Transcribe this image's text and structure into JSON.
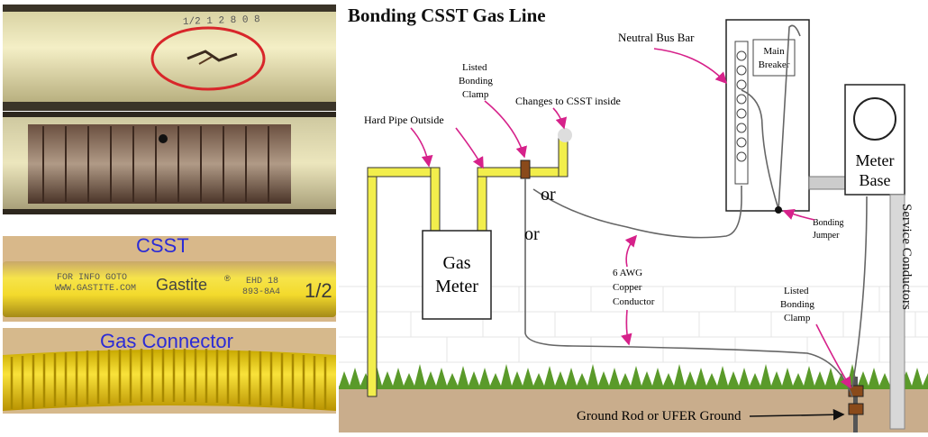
{
  "photos": {
    "damaged_print": "1/2  1 2 8 0 8",
    "csst_label": "CSST",
    "csst_print_line1": "FOR INFO GOTO",
    "csst_print_line2": "WWW.GASTITE.COM",
    "csst_brand": "Gastite",
    "csst_brand_mark": "®",
    "csst_code1": "EHD 18",
    "csst_code2": "893-8A4",
    "csst_size": "1/2",
    "connector_label": "Gas Connector"
  },
  "diagram": {
    "title": "Bonding CSST Gas Line",
    "labels": {
      "neutral_bus_bar": "Neutral Bus Bar",
      "main_breaker_l1": "Main",
      "main_breaker_l2": "Breaker",
      "listed_clamp_top_l1": "Listed",
      "listed_clamp_top_l2": "Bonding",
      "listed_clamp_top_l3": "Clamp",
      "changes_csst": "Changes to CSST inside",
      "hard_pipe": "Hard Pipe Outside",
      "or1": "or",
      "or2": "or",
      "gas_meter_l1": "Gas",
      "gas_meter_l2": "Meter",
      "meter_base_l1": "Meter",
      "meter_base_l2": "Base",
      "bonding_jumper_l1": "Bonding",
      "bonding_jumper_l2": "Jumper",
      "awg_l1": "6 AWG",
      "awg_l2": "Copper",
      "awg_l3": "Conductor",
      "listed_clamp_low_l1": "Listed",
      "listed_clamp_low_l2": "Bonding",
      "listed_clamp_low_l3": "Clamp",
      "service_conductors": "Service Conductors",
      "ground_rod": "Ground Rod or UFER Ground"
    }
  },
  "colors": {
    "pipe_yellow": "#f2ee4c",
    "arrow_magenta": "#d6218a",
    "csst_label_blue": "#2b2bd6",
    "ground_brown": "#c9ad8c"
  }
}
